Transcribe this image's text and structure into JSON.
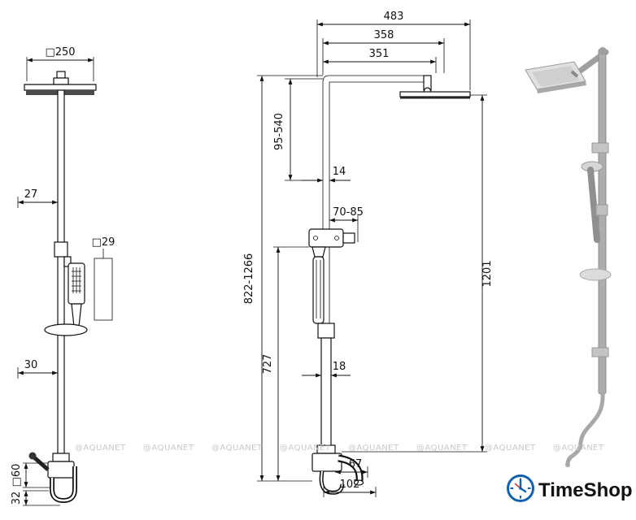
{
  "watermark": {
    "text": "@AQUANET"
  },
  "logo": {
    "time": "Time",
    "shop": "Shop",
    "color": "#1261b1",
    "second_hand_color": "#d0342c"
  },
  "left_view": {
    "head_dim": "□250",
    "top_offset": "27",
    "handle_section": "□29",
    "bottom_offset": "30",
    "base_size": "□60",
    "base_depth": "32"
  },
  "middle_view": {
    "overall_width": "483",
    "arm_length": "358",
    "arm_center": "351",
    "head_height_range": "95-540",
    "upper_pipe": "14",
    "bracket_range": "70-85",
    "total_height_range": "822-1266",
    "column_height": "1201",
    "lower_height": "727",
    "lower_pipe": "18",
    "spout_height": "67",
    "spout_reach": "102"
  }
}
